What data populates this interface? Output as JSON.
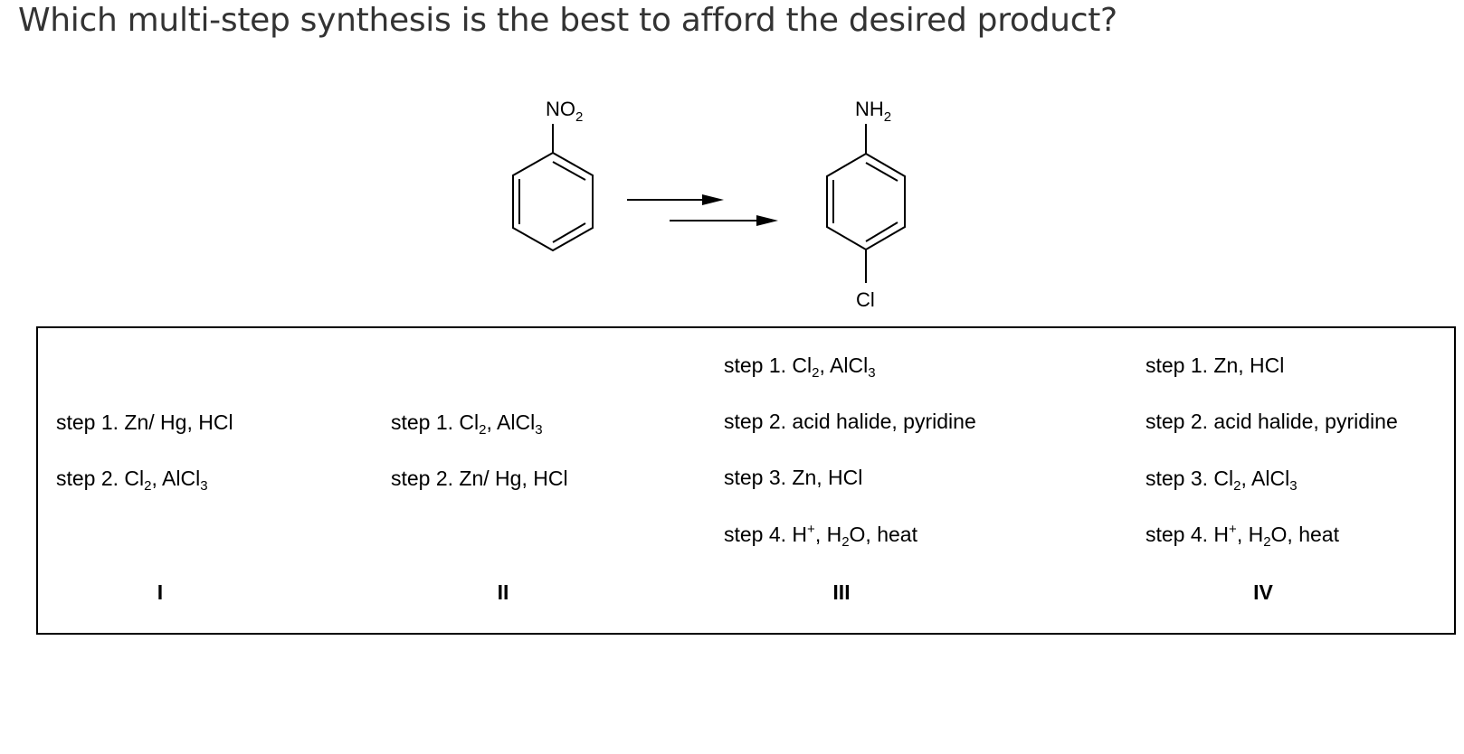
{
  "question": "Which multi-step synthesis is the best to afford the desired product?",
  "reaction": {
    "starting_material": {
      "substituent": "NO",
      "substituent_sub": "2",
      "structure-icon": "benzene-ring-icon"
    },
    "product": {
      "top_substituent": "NH",
      "top_substituent_sub": "2",
      "bottom_substituent": "Cl",
      "structure-icon": "benzene-ring-icon"
    },
    "arrows": "multi-step-arrow-icon"
  },
  "options": [
    {
      "label": "I",
      "steps": {
        "s1": {
          "pre": "step 1. Zn/ Hg, HCl"
        },
        "s2": {
          "pre": "step 2. Cl",
          "sub1": "2",
          "mid": ", AlCl",
          "sub2": "3"
        }
      }
    },
    {
      "label": "II",
      "steps": {
        "s1": {
          "pre": "step 1. Cl",
          "sub1": "2",
          "mid": ", AlCl",
          "sub2": "3"
        },
        "s2": {
          "pre": "step 2. Zn/ Hg, HCl"
        }
      }
    },
    {
      "label": "III",
      "steps": {
        "s1": {
          "pre": "step 1. Cl",
          "sub1": "2",
          "mid": ", AlCl",
          "sub2": "3"
        },
        "s2": {
          "pre": "step 2. acid halide, pyridine"
        },
        "s3": {
          "pre": "step 3. Zn, HCl"
        },
        "s4": {
          "pre": "step 4. H",
          "sup1": "+",
          "mid": ", H",
          "sub2": "2",
          "post": "O, heat"
        }
      }
    },
    {
      "label": "IV",
      "steps": {
        "s1": {
          "pre": "step 1. Zn, HCl"
        },
        "s2": {
          "pre": "step 2. acid halide, pyridine"
        },
        "s3": {
          "pre": "step 3. Cl",
          "sub1": "2",
          "mid": ", AlCl",
          "sub2": "3"
        },
        "s4": {
          "pre": "step 4. H",
          "sup1": "+",
          "mid": ", H",
          "sub2": "2",
          "post": "O, heat"
        }
      }
    }
  ]
}
